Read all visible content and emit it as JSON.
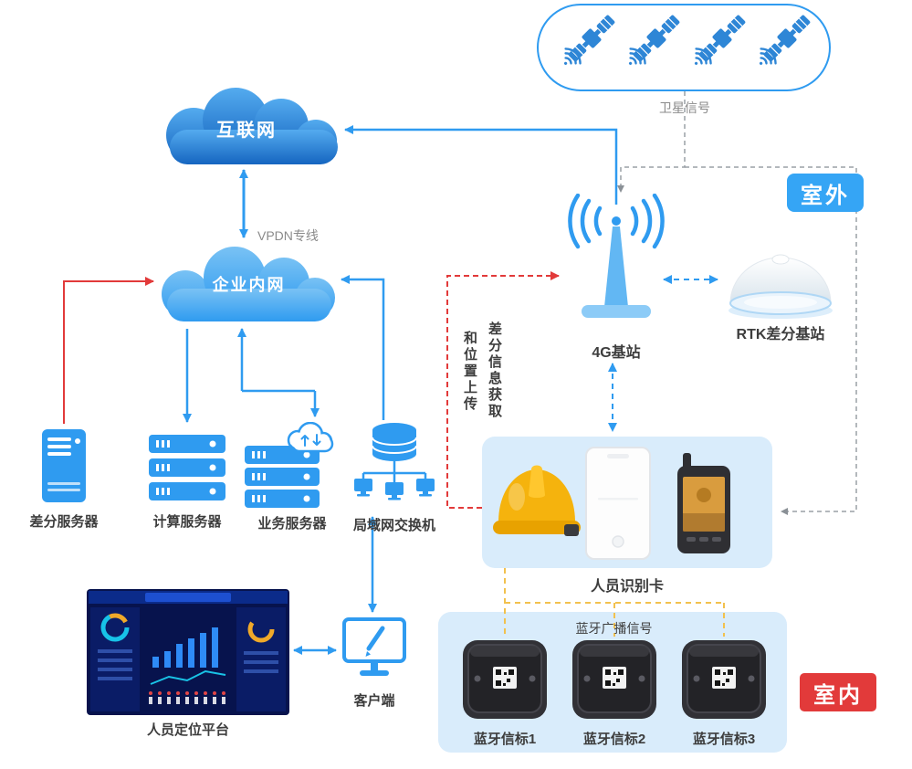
{
  "labels": {
    "satellite_signal": "卫星信号",
    "internet": "互联网",
    "vpdn_line": "VPDN专线",
    "intranet": "企业内网",
    "outdoor_badge": "室外",
    "indoor_badge": "室内",
    "station_4g": "4G基站",
    "rtk_station": "RTK差分基站",
    "diff_server": "差分服务器",
    "compute_server": "计算服务器",
    "business_server": "业务服务器",
    "lan_switch": "局域网交换机",
    "person_card": "人员识别卡",
    "flow_text_col_right": "差分信息获取",
    "flow_text_col_left": "和位置上传",
    "platform": "人员定位平台",
    "client": "客户端",
    "bt_broadcast": "蓝牙广播信号",
    "beacons": [
      "蓝牙信标1",
      "蓝牙信标2",
      "蓝牙信标3"
    ]
  },
  "colors": {
    "arrow_blue": "#2F9BF0",
    "arrow_red": "#E23A3A",
    "arrow_yellow": "#F2C14E",
    "dashed_gray": "#9AA0A6",
    "cloud_internet_top": "#54ABEF",
    "cloud_internet_bottom": "#1565C0",
    "cloud_intranet_top": "#79C2F4",
    "cloud_intranet_bottom": "#2F9BF0",
    "panel_bg": "#D9ECFB",
    "outdoor_badge_bg": "#35A5F5",
    "indoor_badge_bg": "#E23A3A",
    "label_dark": "#3D3D3D",
    "label_gray": "#8A8A8A",
    "helmet_yellow": "#F5B30D",
    "beacon_body": "#2B2B2F"
  },
  "icons": [
    "satellite-icon",
    "wifi-signal-icon",
    "cloud-icon",
    "antenna-4g-icon",
    "rtk-dome-icon",
    "tower-server-icon",
    "rack-server-icon",
    "cloud-sync-icon",
    "switch-icon",
    "helmet-icon",
    "id-card-icon",
    "handheld-phone-icon",
    "monitor-icon",
    "dashboard-icon",
    "beacon-icon"
  ]
}
